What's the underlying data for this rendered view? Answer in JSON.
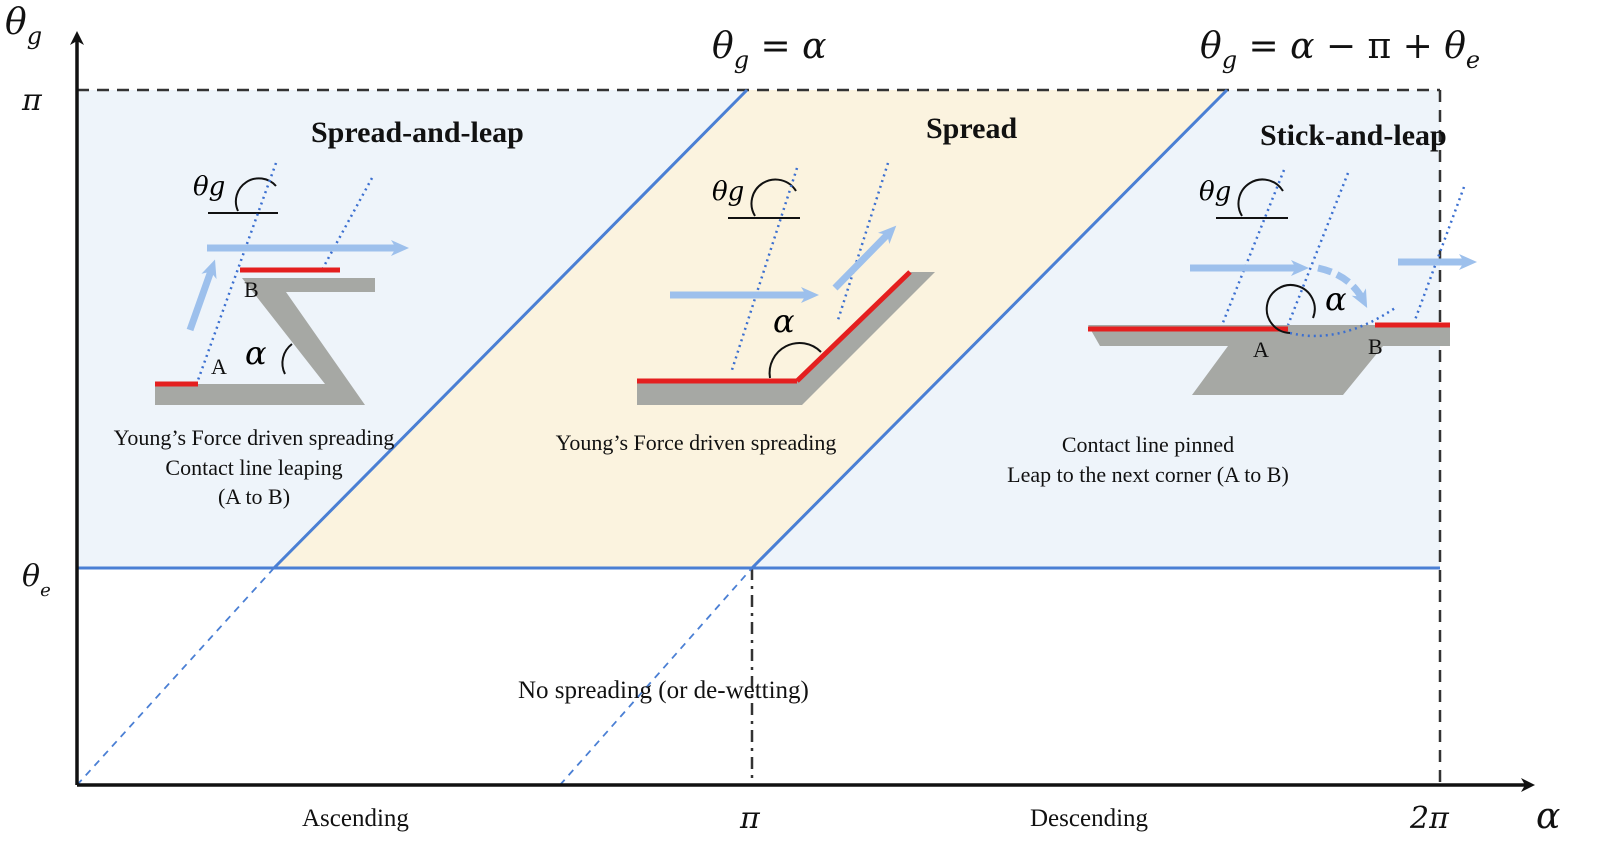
{
  "axes": {
    "y_label": "θ",
    "y_label_sub": "g",
    "x_label": "α",
    "y_ticks": [
      {
        "main": "π",
        "sub": ""
      },
      {
        "main": "θ",
        "sub": "e"
      }
    ],
    "x_ticks": [
      "π",
      "2π"
    ],
    "x_regions": [
      "Ascending",
      "Descending"
    ]
  },
  "boundaries": {
    "line1_label": "θg = α",
    "line2_label": "θg = α − π + θe"
  },
  "regions": {
    "spread_and_leap": {
      "title": "Spread-and-leap",
      "captions": [
        "Young’s Force driven spreading",
        "Contact line leaping",
        "(A to B)"
      ],
      "angle_symbol": "θg",
      "alpha_symbol": "α",
      "point_a": "A",
      "point_b": "B"
    },
    "spread": {
      "title": "Spread",
      "captions": [
        "Young’s Force driven spreading"
      ],
      "angle_symbol": "θg",
      "alpha_symbol": "α"
    },
    "stick_and_leap": {
      "title": "Stick-and-leap",
      "captions": [
        "Contact line pinned",
        "Leap to the next corner (A to B)"
      ],
      "angle_symbol": "θg",
      "alpha_symbol": "α",
      "point_a": "A",
      "point_b": "B"
    },
    "no_spreading": {
      "title": "No spreading (or de-wetting)"
    }
  },
  "colors": {
    "blue_region": "#eef4fa",
    "yellow_region": "#fbf3df",
    "boundary_blue": "#4a7fd4",
    "surface_gray": "#a6a8a4",
    "wetted_red": "#e41f1f",
    "arrow_blue": "#9dc0ec"
  }
}
